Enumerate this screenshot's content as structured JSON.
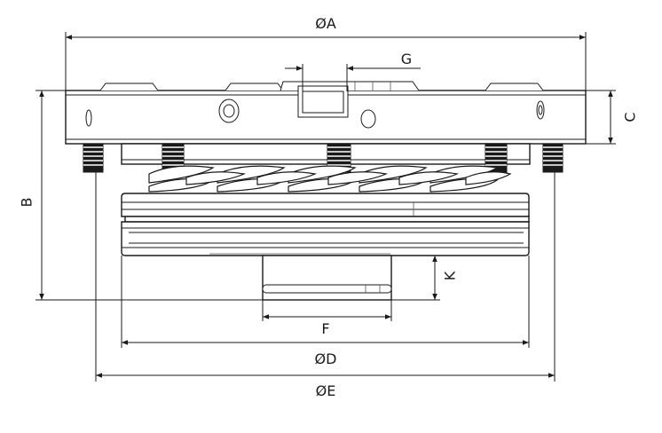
{
  "dimensions": {
    "A": "ØA",
    "B": "B",
    "C": "C",
    "D": "ØD",
    "E": "ØE",
    "F": "F",
    "G": "G",
    "K": "K"
  }
}
